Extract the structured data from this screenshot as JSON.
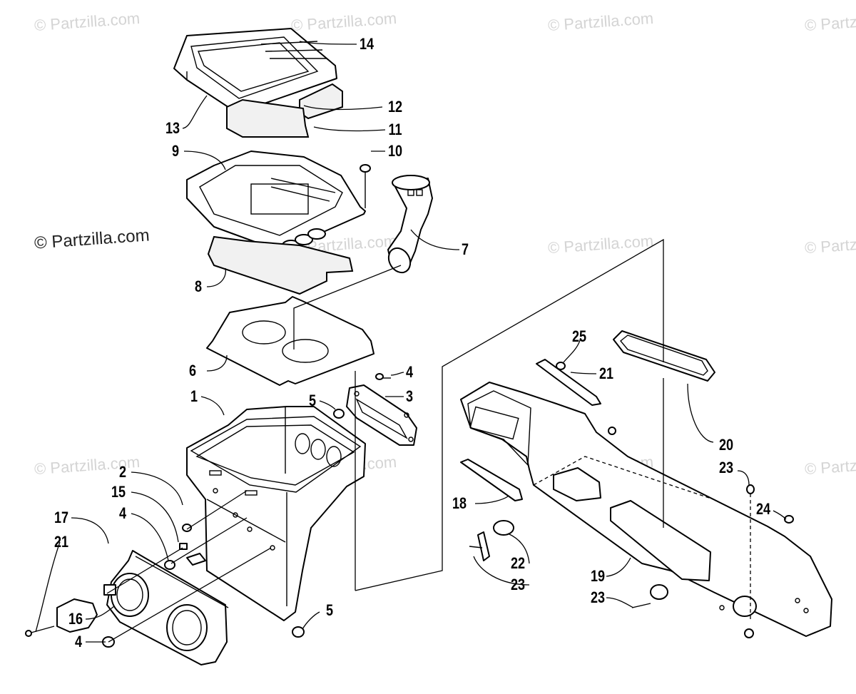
{
  "watermark": "© Partzilla.com",
  "copyright": "© Partzilla.com",
  "callouts": [
    "14",
    "12",
    "13",
    "11",
    "9",
    "10",
    "7",
    "8",
    "6",
    "4",
    "5",
    "3",
    "1",
    "25",
    "21",
    "20",
    "23",
    "2",
    "15",
    "17",
    "18",
    "24",
    "21",
    "22",
    "23",
    "19",
    "23",
    "16",
    "4",
    "5",
    "4"
  ]
}
